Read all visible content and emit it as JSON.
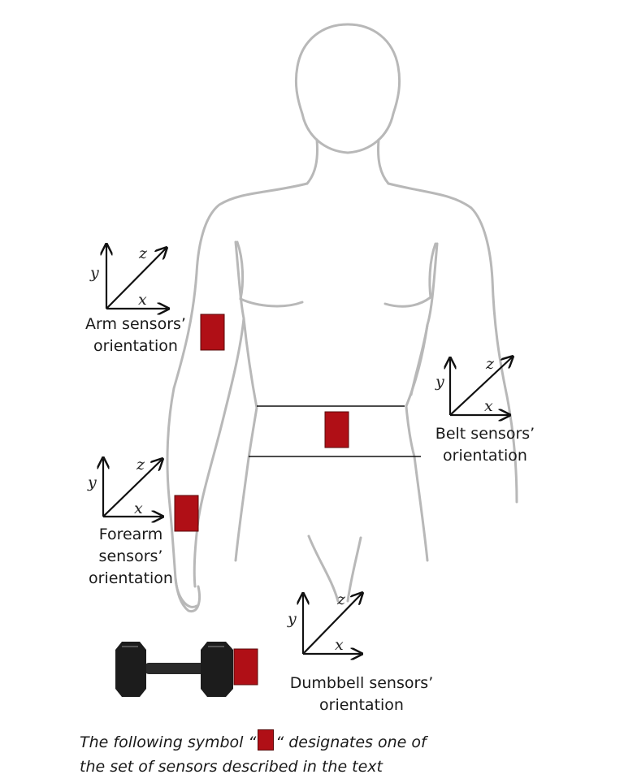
{
  "labels": {
    "arm": [
      "Arm sensors’",
      "orientation"
    ],
    "belt": [
      "Belt sensors’",
      "orientation"
    ],
    "forearm": [
      "Forearm",
      "sensors’",
      "orientation"
    ],
    "dumbbell": [
      "Dumbbell sensors’",
      "orientation"
    ]
  },
  "axes": {
    "x": "x",
    "y": "y",
    "z": "z"
  },
  "caption": {
    "before": "The following symbol “",
    "after": "“ designates one of",
    "line2": "the set of sensors described in the text"
  },
  "colors": {
    "sensor": "#b00f16",
    "outline": "#b8b8b8",
    "axis": "#111111"
  }
}
